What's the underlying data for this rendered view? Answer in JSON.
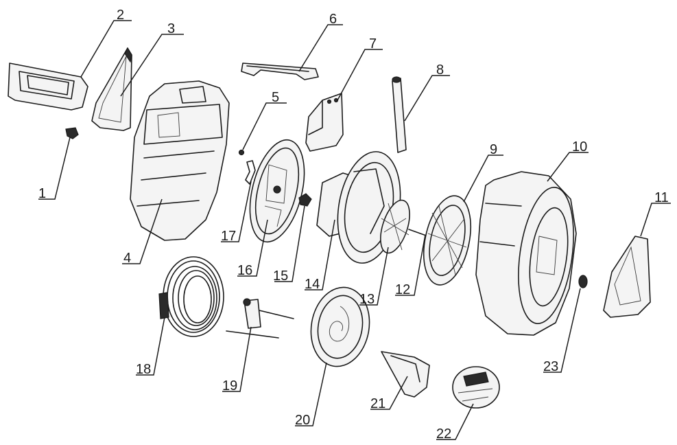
{
  "callouts": [
    "1",
    "2",
    "3",
    "4",
    "5",
    "6",
    "7",
    "8",
    "9",
    "10",
    "11",
    "12",
    "13",
    "14",
    "15",
    "16",
    "17",
    "18",
    "19",
    "20",
    "21",
    "22",
    "23"
  ],
  "colors": {
    "line": "#1a1a1a",
    "background": "#ffffff",
    "fill": "#f4f4f4"
  }
}
